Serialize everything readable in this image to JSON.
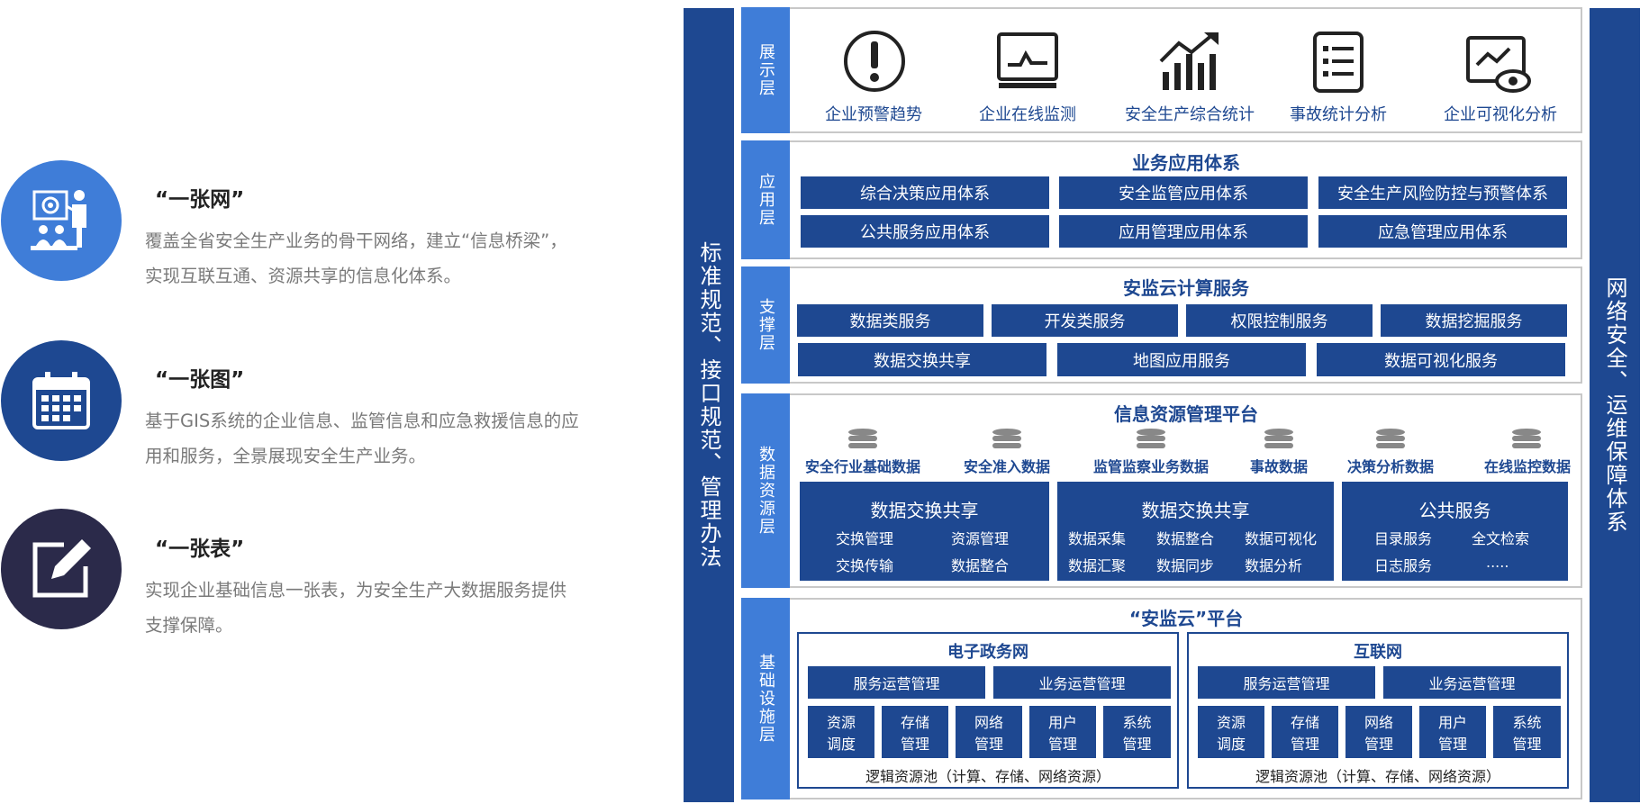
{
  "features": [
    {
      "title": "“一张网”",
      "desc_line1": "覆盖全省安全生产业务的骨干网络，建立“信息桥梁”，",
      "desc_line2": "实现互联互通、资源共享的信息化体系。",
      "icon": "presentation-icon",
      "color": "#3f7dd8"
    },
    {
      "title": "“一张图”",
      "desc_line1": "基于GIS系统的企业信息、监管信息和应急救援信息的应",
      "desc_line2": "用和服务，全景展现安全生产业务。",
      "icon": "calendar-icon",
      "color": "#1e4891"
    },
    {
      "title": "“一张表”",
      "desc_line1": "实现企业基础信息一张表，为安全生产大数据服务提供",
      "desc_line2": "支撑保障。",
      "icon": "edit-icon",
      "color": "#2b2a4a"
    }
  ],
  "left_bar": "标准规范、接口规范、管理办法",
  "right_bar": "网络安全、运维保障体系",
  "layers": {
    "display": {
      "label": "展示层",
      "items": [
        "企业预警趋势",
        "企业在线监测",
        "安全生产综合统计",
        "事故统计分析",
        "企业可视化分析"
      ]
    },
    "app": {
      "label": "应用层",
      "title": "业务应用体系",
      "items": [
        "综合决策应用体系",
        "安全监管应用体系",
        "安全生产风险防控与预警体系",
        "公共服务应用体系",
        "应用管理应用体系",
        "应急管理应用体系"
      ]
    },
    "support": {
      "label": "支撑层",
      "title": "安监云计算服务",
      "row1": [
        "数据类服务",
        "开发类服务",
        "权限控制服务",
        "数据挖掘服务"
      ],
      "row2": [
        "数据交换共享",
        "地图应用服务",
        "数据可视化服务"
      ]
    },
    "data": {
      "label": "数据资源层",
      "title": "信息资源管理平台",
      "dbs": [
        "安全行业基础数据",
        "安全准入数据",
        "监管监察业务数据",
        "事故数据",
        "决策分析数据",
        "在线监控数据"
      ],
      "boxes": [
        {
          "title": "数据交换共享",
          "items": [
            "交换管理",
            "资源管理",
            "交换传输",
            "数据整合"
          ]
        },
        {
          "title": "数据交换共享",
          "items": [
            "数据采集",
            "数据整合",
            "数据可视化",
            "数据汇聚",
            "数据同步",
            "数据分析"
          ]
        },
        {
          "title": "公共服务",
          "items": [
            "目录服务",
            "全文检索",
            "日志服务",
            "....."
          ]
        }
      ]
    },
    "infra": {
      "label": "基础设施层",
      "title": "“安监云”平台",
      "nets": [
        {
          "title": "电子政务网",
          "top": [
            "服务运营管理",
            "业务运营管理"
          ],
          "mods": [
            [
              "资源",
              "调度"
            ],
            [
              "存储",
              "管理"
            ],
            [
              "网络",
              "管理"
            ],
            [
              "用户",
              "管理"
            ],
            [
              "系统",
              "管理"
            ]
          ],
          "pool": "逻辑资源池（计算、存储、网络资源）"
        },
        {
          "title": "互联网",
          "top": [
            "服务运营管理",
            "业务运营管理"
          ],
          "mods": [
            [
              "资源",
              "调度"
            ],
            [
              "存储",
              "管理"
            ],
            [
              "网络",
              "管理"
            ],
            [
              "用户",
              "管理"
            ],
            [
              "系统",
              "管理"
            ]
          ],
          "pool": "逻辑资源池（计算、存储、网络资源）"
        }
      ]
    }
  }
}
